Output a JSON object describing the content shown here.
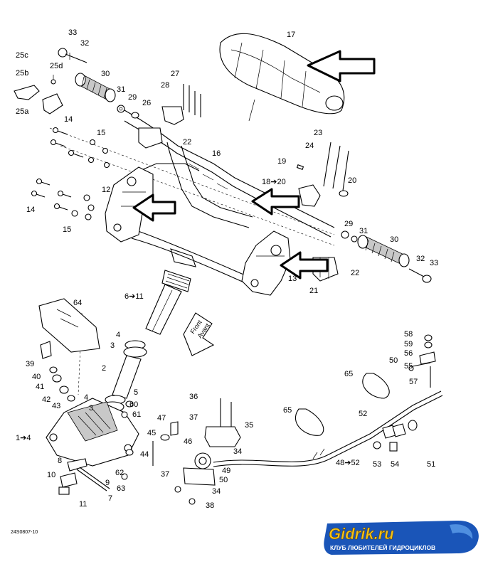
{
  "diagram": {
    "ref_code": "24S0807-10",
    "labels": [
      {
        "id": "p33a",
        "text": "33"
      },
      {
        "id": "p32a",
        "text": "32"
      },
      {
        "id": "p25c",
        "text": "25c"
      },
      {
        "id": "p25b",
        "text": "25b"
      },
      {
        "id": "p25d",
        "text": "25d"
      },
      {
        "id": "p25a",
        "text": "25a"
      },
      {
        "id": "p30a",
        "text": "30"
      },
      {
        "id": "p31a",
        "text": "31"
      },
      {
        "id": "p29a",
        "text": "29"
      },
      {
        "id": "p27",
        "text": "27"
      },
      {
        "id": "p28",
        "text": "28"
      },
      {
        "id": "p26",
        "text": "26"
      },
      {
        "id": "p22a",
        "text": "22"
      },
      {
        "id": "p17",
        "text": "17"
      },
      {
        "id": "p14a",
        "text": "14"
      },
      {
        "id": "p15a",
        "text": "15"
      },
      {
        "id": "p16",
        "text": "16"
      },
      {
        "id": "p23",
        "text": "23"
      },
      {
        "id": "p24",
        "text": "24"
      },
      {
        "id": "p19",
        "text": "19"
      },
      {
        "id": "p18",
        "text": "18➔20"
      },
      {
        "id": "p20",
        "text": "20"
      },
      {
        "id": "p12",
        "text": "12"
      },
      {
        "id": "p14b",
        "text": "14"
      },
      {
        "id": "p15b",
        "text": "15"
      },
      {
        "id": "p29b",
        "text": "29"
      },
      {
        "id": "p31b",
        "text": "31"
      },
      {
        "id": "p30b",
        "text": "30"
      },
      {
        "id": "p32b",
        "text": "32"
      },
      {
        "id": "p33b",
        "text": "33"
      },
      {
        "id": "p22b",
        "text": "22"
      },
      {
        "id": "p13",
        "text": "13"
      },
      {
        "id": "p21",
        "text": "21"
      },
      {
        "id": "p6",
        "text": "6➔11"
      },
      {
        "id": "p64",
        "text": "64"
      },
      {
        "id": "p4a",
        "text": "4"
      },
      {
        "id": "p3a",
        "text": "3"
      },
      {
        "id": "p2",
        "text": "2"
      },
      {
        "id": "p39",
        "text": "39"
      },
      {
        "id": "p40",
        "text": "40"
      },
      {
        "id": "p41",
        "text": "41"
      },
      {
        "id": "p42",
        "text": "42"
      },
      {
        "id": "p43",
        "text": "43"
      },
      {
        "id": "p4b",
        "text": "4"
      },
      {
        "id": "p5",
        "text": "5"
      },
      {
        "id": "p3b",
        "text": "3"
      },
      {
        "id": "p60",
        "text": "60"
      },
      {
        "id": "p61",
        "text": "61"
      },
      {
        "id": "p1",
        "text": "1➔4"
      },
      {
        "id": "p8",
        "text": "8"
      },
      {
        "id": "p10",
        "text": "10"
      },
      {
        "id": "p9",
        "text": "9"
      },
      {
        "id": "p62",
        "text": "62"
      },
      {
        "id": "p63",
        "text": "63"
      },
      {
        "id": "p7",
        "text": "7"
      },
      {
        "id": "p11",
        "text": "11"
      },
      {
        "id": "p47",
        "text": "47"
      },
      {
        "id": "p45",
        "text": "45"
      },
      {
        "id": "p46",
        "text": "46"
      },
      {
        "id": "p44",
        "text": "44"
      },
      {
        "id": "p36",
        "text": "36"
      },
      {
        "id": "p37a",
        "text": "37"
      },
      {
        "id": "p35",
        "text": "35"
      },
      {
        "id": "p34a",
        "text": "34"
      },
      {
        "id": "p49",
        "text": "49"
      },
      {
        "id": "p37b",
        "text": "37"
      },
      {
        "id": "p50b",
        "text": "50"
      },
      {
        "id": "p34b",
        "text": "34"
      },
      {
        "id": "p38",
        "text": "38"
      },
      {
        "id": "p65a",
        "text": "65"
      },
      {
        "id": "p65b",
        "text": "65"
      },
      {
        "id": "p58",
        "text": "58"
      },
      {
        "id": "p59",
        "text": "59"
      },
      {
        "id": "p56",
        "text": "56"
      },
      {
        "id": "p50a",
        "text": "50"
      },
      {
        "id": "p55",
        "text": "55"
      },
      {
        "id": "p57",
        "text": "57"
      },
      {
        "id": "p52",
        "text": "52"
      },
      {
        "id": "p48",
        "text": "48➔52"
      },
      {
        "id": "p53",
        "text": "53"
      },
      {
        "id": "p54",
        "text": "54"
      },
      {
        "id": "p51",
        "text": "51"
      }
    ],
    "front_label": {
      "line1": "Front",
      "line2": "Avant"
    }
  },
  "watermark": {
    "brand": "Gidrik.ru",
    "tagline": "КЛУБ ЛЮБИТЕЛЕЙ ГИДРОЦИКЛОВ",
    "brand_color": "#1a55b8",
    "accent_color": "#f2c21a"
  }
}
